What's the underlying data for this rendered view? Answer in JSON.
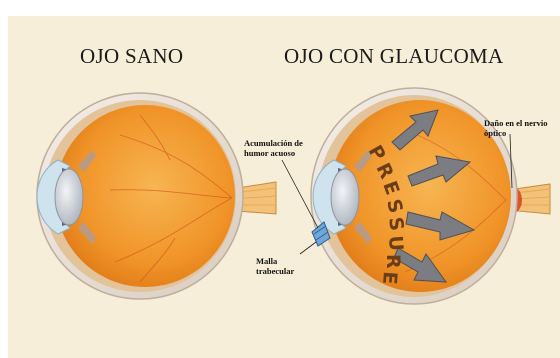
{
  "titles": {
    "healthy": "OJO SANO",
    "glaucoma": "OJO CON GLAUCOMA"
  },
  "labels": {
    "aqueous_line1": "Acumulación de",
    "aqueous_line2": "humor acuoso",
    "optic_line1": "Daño en el nervio",
    "optic_line2": "óptico",
    "meshwork_line1": "Malla",
    "meshwork_line2": "trabecular"
  },
  "pressure_word": [
    "P",
    "R",
    "E",
    "S",
    "S",
    "U",
    "R",
    "E"
  ],
  "colors": {
    "vitreous": "#f29a30",
    "sclera": "#efe6dc",
    "lens": "#d6d9de",
    "nerve": "#f3c27a",
    "arrow": "#7b7d82"
  }
}
